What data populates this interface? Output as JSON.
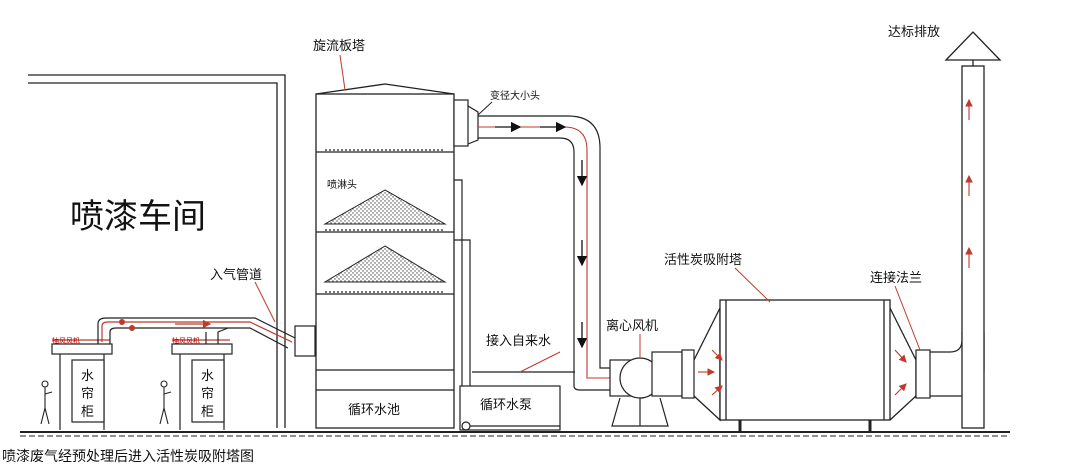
{
  "labels": {
    "spray_workshop": "喷漆车间",
    "intake_pipe": "入气管道",
    "water_curtain": "水帘柜",
    "vortex_tower": "旋流板塔",
    "spray_head": "喷淋头",
    "circulation_pool": "循环水池",
    "circulation_pump": "循环水泵",
    "tap_water": "接入自来水",
    "reducer": "变径大小头",
    "centrifugal_fan": "离心风机",
    "carbon_tower": "活性炭吸附塔",
    "flange": "连接法兰",
    "discharge": "达标排放",
    "exhaust_fan_tag": "抽风风机"
  },
  "caption": "喷漆废气经预处理后进入活性炭吸附塔图",
  "colors": {
    "line": "#222222",
    "pipe_red": "#c0392b",
    "arrow": "#111111"
  }
}
